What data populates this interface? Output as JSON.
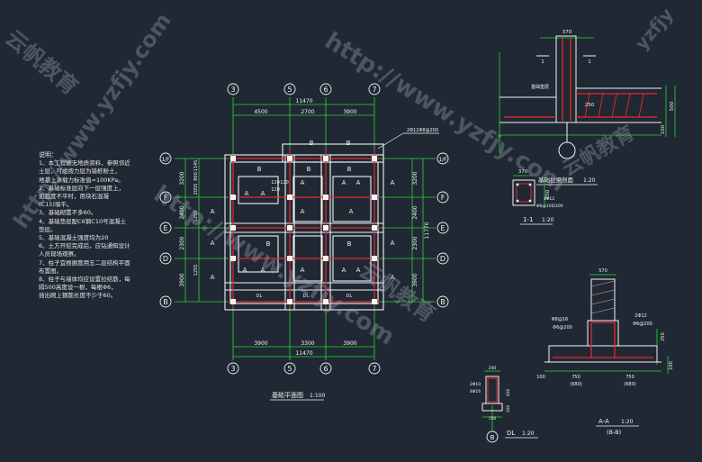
{
  "notes": {
    "title": "说明：",
    "lines": [
      "1、本工程据无地质资料，参照邻近",
      "   土层，可虑按力层为错桩粉土，",
      "   地基上承载力标准值=100KPa。",
      "2、基础标准层向下一层强度上，",
      "   如超度不平时，用块石混凝",
      "   (C15)填平。",
      "3、基础砌置不多60。",
      "4、基础垫层配C6钢C10号混凝土",
      "   垫层。",
      "5、基础混凝土强度均为20",
      "6、土方开挖完成后，应钻通知设计",
      "   人员现场观察。",
      "7、柱子宜根据度用五二层结构平面",
      "   布置图。",
      "8、柱子与墙体均应设置拉结筋，每",
      "   隔500高度设一根，每根Φ6，",
      "   插出砌上钢筋长度不少于60。"
    ]
  },
  "plan": {
    "title": "基础平面图",
    "scale": "1:100",
    "top_axes": [
      "3",
      "5",
      "6",
      "7"
    ],
    "bottom_axes": [
      "3",
      "5",
      "6",
      "7"
    ],
    "left_axes": [
      "1/F",
      "F",
      "E",
      "D",
      "B"
    ],
    "right_axes": [
      "1/F",
      "F",
      "E",
      "D",
      "B"
    ],
    "top_total": "11470",
    "top_dims": [
      "4500",
      "2700",
      "3900"
    ],
    "bottom_dims": [
      "3900",
      "3300",
      "3900"
    ],
    "bottom_total": "11470",
    "left_dims": [
      "3200",
      "2400",
      "2300",
      "3900"
    ],
    "left_small_dims": [
      "1145",
      "800",
      "2055",
      "1255",
      "1255"
    ],
    "right_dims": [
      "3200",
      "2400",
      "2300",
      "3900"
    ],
    "right_total": "11770",
    "small_labels": [
      "120",
      "120",
      "120"
    ],
    "callout": "2Φ12Φ8@200",
    "section_labels_B": [
      "B",
      "B",
      "B",
      "B",
      "B",
      "B",
      "B"
    ],
    "section_labels_A": [
      "A",
      "A",
      "A",
      "A",
      "A",
      "A",
      "A",
      "A",
      "A",
      "A",
      "A",
      "A",
      "A",
      "A",
      "A",
      "A",
      "A",
      "A"
    ],
    "dl_labels": [
      "DL",
      "DL",
      "DL"
    ]
  },
  "foundation_detail": {
    "title": "基础拉梁剖面",
    "scale": "1:20",
    "dims": [
      "370",
      "1",
      "1",
      "500",
      "100",
      "250"
    ],
    "note": "基础垫层"
  },
  "section_11": {
    "title": "1-1",
    "scale": "1:20",
    "dims": [
      "370",
      "250"
    ],
    "rebar": "4Φ12",
    "stirrup": "Φ6@100/200"
  },
  "section_aa": {
    "title": "A-A",
    "scale": "1:20",
    "subtitle": "(B-B)",
    "dims": [
      "570",
      "750",
      "750",
      "(680)",
      "(680)",
      "100",
      "250",
      "100"
    ],
    "labels": [
      "Φ8@16",
      "Φ6@200",
      "2Φ12",
      "Φ6@200"
    ]
  },
  "section_dl": {
    "title": "DL",
    "scale": "1:20",
    "axis": "B",
    "dims": [
      "240",
      "400",
      "150",
      "100"
    ],
    "labels": [
      "2Φ10",
      "4Φ16"
    ]
  },
  "watermarks": [
    "http://www.yzfjy.com",
    "http://www.yzfjy.com",
    "http://www.yzfjy.com",
    "云帆教育",
    "云帆教育",
    "云帆教育",
    "yzfjy"
  ]
}
